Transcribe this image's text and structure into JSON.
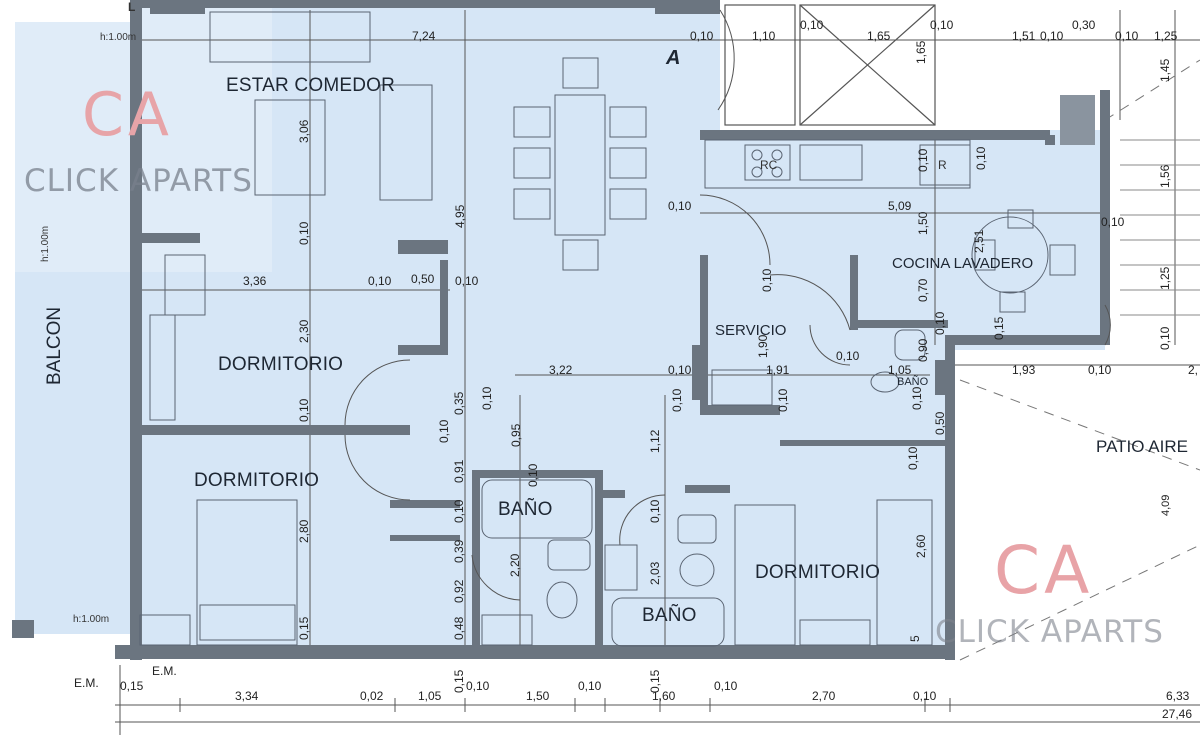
{
  "colors": {
    "floor": "#d6e6f6",
    "wall": "#66707c",
    "line": "#4d5866",
    "logo_pink": "#e7a4a8"
  },
  "rooms": {
    "estar": "ESTAR COMEDOR",
    "dorm1": "DORMITORIO",
    "dorm2": "DORMITORIO",
    "dorm3": "DORMITORIO",
    "bano1": "BAÑO",
    "bano2": "BAÑO",
    "bano3": "BAÑO",
    "servicio": "SERVICIO",
    "cocina": "COCINA LAVADERO",
    "balcon": "BALCON",
    "patio": "PATIO AIRE"
  },
  "marks": {
    "a": "A",
    "rc": "RC",
    "r": "R",
    "l": "L"
  },
  "notes": {
    "h1": "h:1.00m",
    "h2": "h:1.00m",
    "h3": "h:1.00m",
    "em1": "E.M.",
    "em2": "E.M."
  },
  "watermark": {
    "ca": "CA",
    "name": "CLICK APARTS"
  },
  "dims": {
    "d724": "7,24",
    "d010a": "0,10",
    "d110": "1,10",
    "d010b": "0,10",
    "d165": "1,65",
    "d010c": "0,10",
    "d151": "1,51",
    "d010d": "0,10",
    "d030": "0,30",
    "d010e": "0,10",
    "d125": "1,25",
    "d010f": "0,10",
    "d509": "5,09",
    "d010g": "0,10",
    "d336": "3,36",
    "d010h": "0,10",
    "d050": "0,50",
    "d010i": "0,10",
    "d322": "3,22",
    "d010j": "0,10",
    "d191": "1,91",
    "d010k": "0,10",
    "d105": "1,05",
    "d193": "1,93",
    "d010l": "0,10",
    "d2": "2,",
    "b015": "0,15",
    "b334": "3,34",
    "b002": "0,02",
    "b105": "1,05",
    "b010a": "0,10",
    "b150": "1,50",
    "b010b": "0,10",
    "b160": "1,60",
    "b010c": "0,10",
    "b270": "2,70",
    "b010d": "0,10",
    "b633": "6,33",
    "b2746": "27,46",
    "v306": "3,06",
    "v495": "4,95",
    "v010a": "0,10",
    "v230": "2,30",
    "v010b": "0,10",
    "v280": "2,80",
    "v015a": "0,15",
    "v035": "0,35",
    "v010c": "0,10",
    "v095": "0,95",
    "v112": "1,12",
    "v010d": "0,10",
    "v091": "0,91",
    "v010e": "0,10",
    "v039": "0,39",
    "v092": "0,92",
    "v048": "0,48",
    "v010f": "0,10",
    "v220": "2,20",
    "v203": "2,03",
    "v010g": "0,10",
    "v010h": "0,10",
    "v015b": "0,15",
    "v010i": "0,10",
    "v190": "1,90",
    "v010j": "0,10",
    "v150": "1,50",
    "v251": "2,51",
    "v070": "0,70",
    "v010k": "0,10",
    "v010l": "0,10",
    "v015c": "0,15",
    "v010m": "0,10",
    "v090": "0,90",
    "v010n": "0,10",
    "v050": "0,50",
    "v010o": "0,10",
    "v260": "2,60",
    "v5": "5",
    "v409": "4,09",
    "v145": "1,45",
    "v156": "1,56",
    "v125": "1,25",
    "v165": "1,65",
    "v010p": "0,10",
    "v015d": "0,15"
  }
}
